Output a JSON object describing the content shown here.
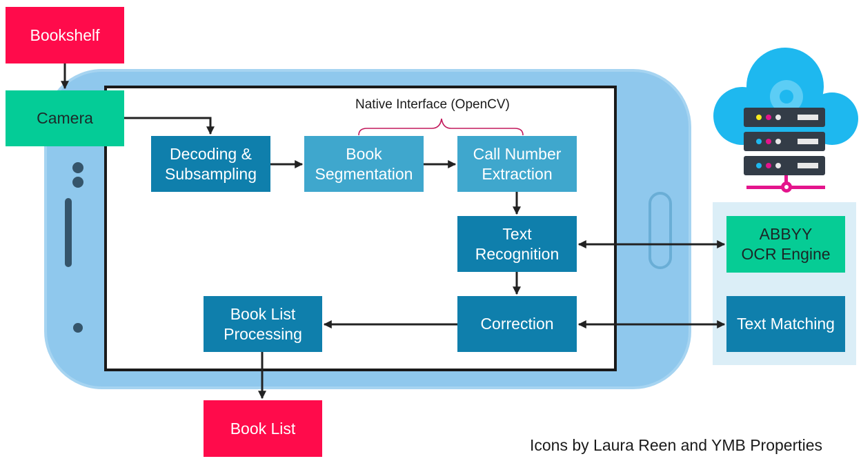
{
  "nodes": {
    "bookshelf": "Bookshelf",
    "camera": "Camera",
    "decoding": "Decoding &\nSubsampling",
    "segmentation": "Book\nSegmentation",
    "call_number": "Call Number\nExtraction",
    "text_recognition": "Text\nRecognition",
    "correction": "Correction",
    "book_list_processing": "Book List\nProcessing",
    "book_list": "Book List",
    "abbyy": "ABBYY\nOCR Engine",
    "text_matching": "Text Matching"
  },
  "native_interface_label": "Native Interface (OpenCV)",
  "credit": "Icons by Laura Reen and YMB Properties",
  "icons": {
    "phone": "smartphone-icon",
    "cloud": "cloud-server-icon"
  },
  "colors": {
    "red": "#ff0b4b",
    "green": "#04cc97",
    "blue": "#0f7fac",
    "light_blue": "#3fa7cd",
    "phone_body": "#8fc8ed",
    "server_panel": "#dbeef7",
    "cloud": "#1eb8ef",
    "server": "#333c47",
    "magenta": "#e4148c"
  }
}
